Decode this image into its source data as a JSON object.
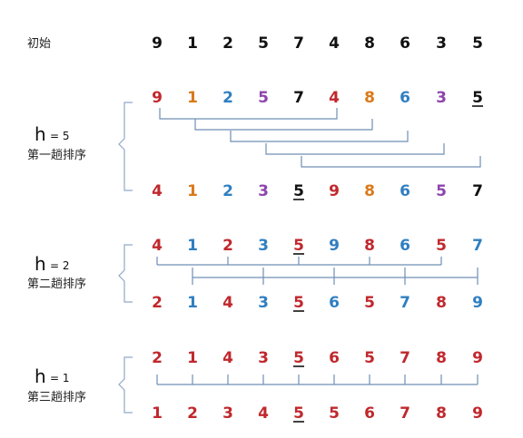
{
  "initial": {
    "label": "初始",
    "values": [
      "9",
      "1",
      "2",
      "5",
      "7",
      "4",
      "8",
      "6",
      "3",
      "5"
    ]
  },
  "passes": [
    {
      "h_letter": "h",
      "h_eq": "= 5",
      "name": "第一趟排序",
      "top": {
        "values": [
          "9",
          "1",
          "2",
          "5",
          "7",
          "4",
          "8",
          "6",
          "3",
          "5"
        ],
        "colors": [
          "#c0282d",
          "#d97a1a",
          "#2f7fc1",
          "#8e44ad",
          "#111111",
          "#c0282d",
          "#d97a1a",
          "#2f7fc1",
          "#8e44ad",
          "#111111"
        ],
        "underline": [
          9
        ]
      },
      "bottom": {
        "values": [
          "4",
          "1",
          "2",
          "3",
          "5",
          "9",
          "8",
          "6",
          "5",
          "7"
        ],
        "colors": [
          "#c0282d",
          "#d97a1a",
          "#2f7fc1",
          "#8e44ad",
          "#111111",
          "#c0282d",
          "#d97a1a",
          "#2f7fc1",
          "#8e44ad",
          "#111111"
        ],
        "underline": [
          4
        ]
      }
    },
    {
      "h_letter": "h",
      "h_eq": "= 2",
      "name": "第二趟排序",
      "top": {
        "values": [
          "4",
          "1",
          "2",
          "3",
          "5",
          "9",
          "8",
          "6",
          "5",
          "7"
        ],
        "colors": [
          "#c0282d",
          "#2f7fc1",
          "#c0282d",
          "#2f7fc1",
          "#c0282d",
          "#2f7fc1",
          "#c0282d",
          "#2f7fc1",
          "#c0282d",
          "#2f7fc1"
        ],
        "underline": [
          4
        ]
      },
      "bottom": {
        "values": [
          "2",
          "1",
          "4",
          "3",
          "5",
          "6",
          "5",
          "7",
          "8",
          "9"
        ],
        "colors": [
          "#c0282d",
          "#2f7fc1",
          "#c0282d",
          "#2f7fc1",
          "#c0282d",
          "#2f7fc1",
          "#c0282d",
          "#2f7fc1",
          "#c0282d",
          "#2f7fc1"
        ],
        "underline": [
          4
        ]
      }
    },
    {
      "h_letter": "h",
      "h_eq": "= 1",
      "name": "第三趟排序",
      "top": {
        "values": [
          "2",
          "1",
          "4",
          "3",
          "5",
          "6",
          "5",
          "7",
          "8",
          "9"
        ],
        "colors": [
          "#c0282d",
          "#c0282d",
          "#c0282d",
          "#c0282d",
          "#c0282d",
          "#c0282d",
          "#c0282d",
          "#c0282d",
          "#c0282d",
          "#c0282d"
        ],
        "underline": [
          4
        ]
      },
      "bottom": {
        "values": [
          "1",
          "2",
          "3",
          "4",
          "5",
          "5",
          "6",
          "7",
          "8",
          "9"
        ],
        "colors": [
          "#c0282d",
          "#c0282d",
          "#c0282d",
          "#c0282d",
          "#c0282d",
          "#c0282d",
          "#c0282d",
          "#c0282d",
          "#c0282d",
          "#c0282d"
        ],
        "underline": [
          4
        ]
      }
    }
  ],
  "colors": {
    "initial": "#111111",
    "connector": "#6f8fb5",
    "brace": "#8fa9c9"
  }
}
